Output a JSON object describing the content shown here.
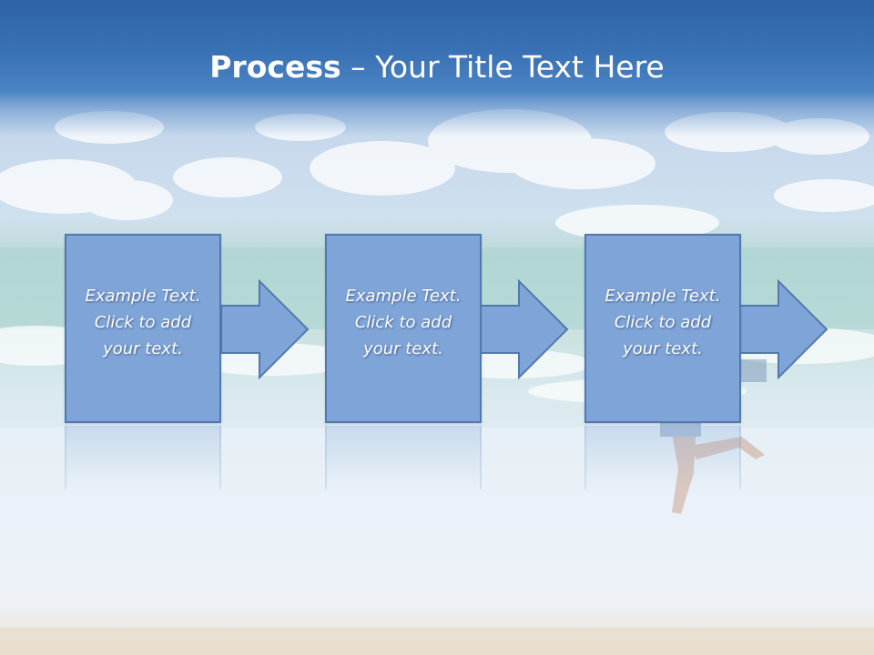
{
  "slide": {
    "title_bold": "Process",
    "title_rest": " – Your Title Text Here"
  },
  "steps": [
    {
      "text": "Example Text.\nClick  to add\nyour text."
    },
    {
      "text": "Example Text.\nClick  to add\nyour text."
    },
    {
      "text": "Example Text.\nClick  to add\nyour text."
    }
  ],
  "colors": {
    "title_band": "#2e63a6",
    "step_fill": "#7ea4d8",
    "step_border": "#5279ae",
    "text": "#ffffff"
  },
  "icons": {
    "arrow": "right-arrow-icon"
  }
}
